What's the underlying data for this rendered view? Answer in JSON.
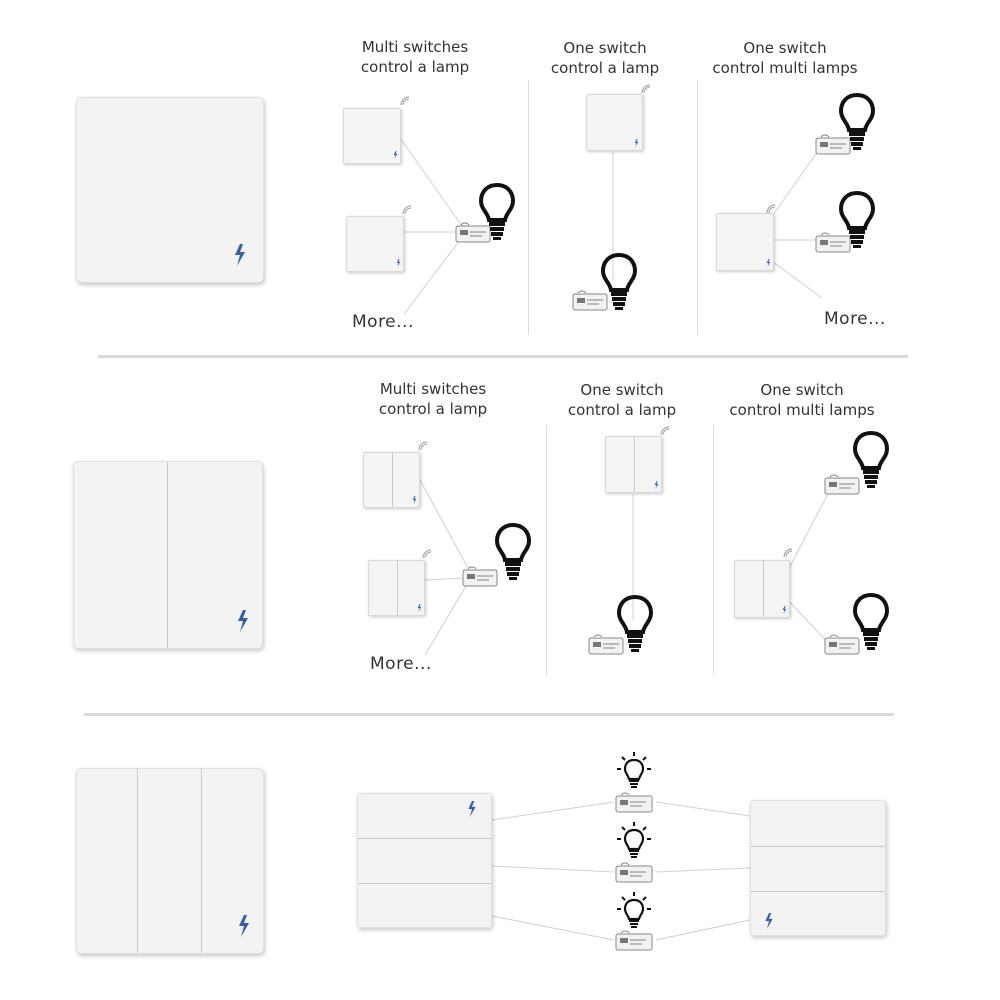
{
  "rows": [
    {
      "captions": [
        {
          "line1": "Multi switches",
          "line2": "control a lamp"
        },
        {
          "line1": "One switch",
          "line2": "control a lamp"
        },
        {
          "line1": "One switch",
          "line2": "control multi lamps"
        }
      ],
      "more_left": "More...",
      "more_right": "More..."
    },
    {
      "captions": [
        {
          "line1": "Multi switches",
          "line2": "control a lamp"
        },
        {
          "line1": "One switch",
          "line2": "control a lamp"
        },
        {
          "line1": "One switch",
          "line2": "control multi lamps"
        }
      ],
      "more_left": "More..."
    }
  ],
  "colors": {
    "bolt": "#2f5fb3",
    "line": "#d0d0d0",
    "panel": "#f3f3f3"
  },
  "icons": [
    "lightning-bolt-icon",
    "lightbulb-icon",
    "glowing-lightbulb-icon",
    "wifi-signal-icon",
    "receiver-module-icon"
  ]
}
